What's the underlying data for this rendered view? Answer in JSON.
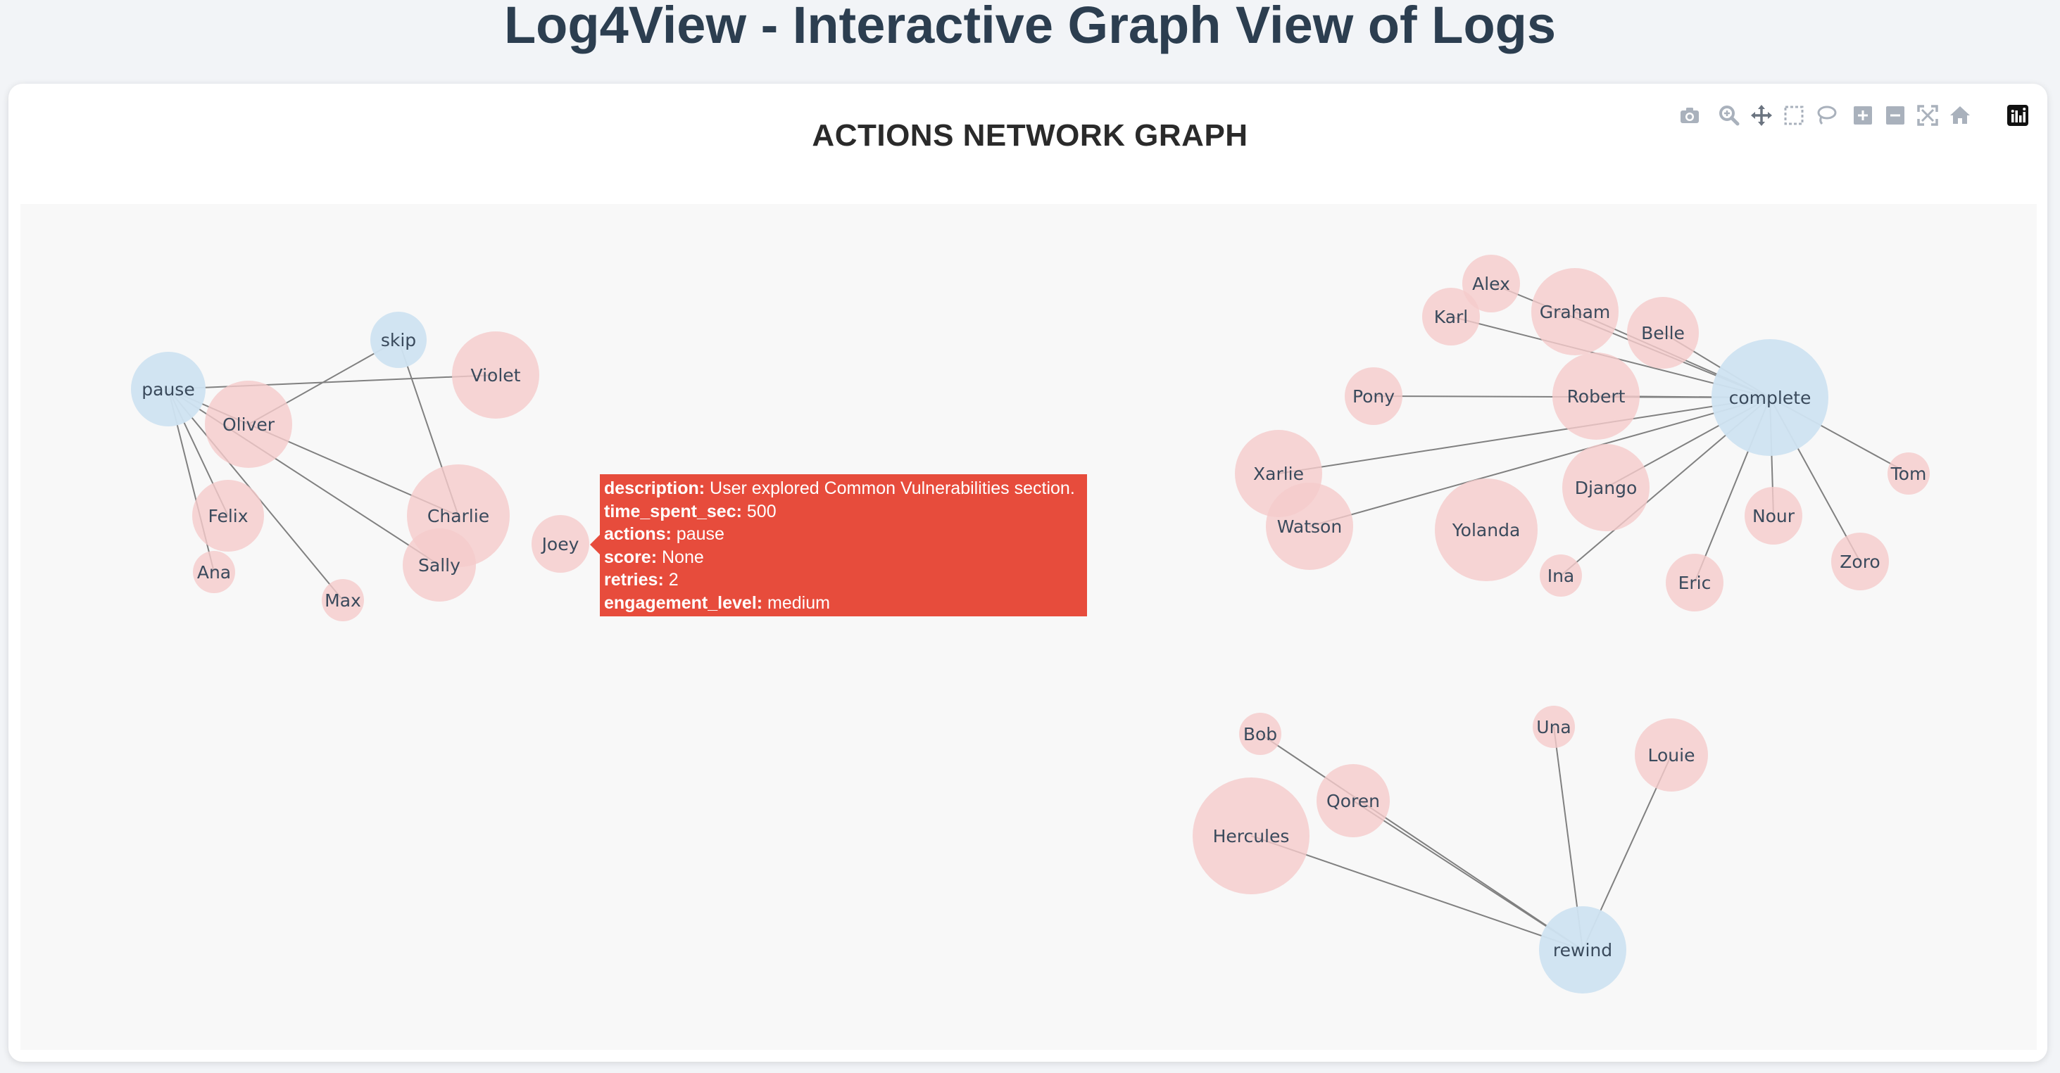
{
  "page": {
    "title": "Log4View - Interactive Graph View of Logs"
  },
  "graph": {
    "title": "ACTIONS NETWORK GRAPH",
    "colors": {
      "action_node": "#cfe3f1",
      "user_node": "#f5caca",
      "edge": "#808080",
      "tooltip_bg": "#e74c3c"
    }
  },
  "modebar": [
    {
      "name": "camera-icon",
      "label": "Download plot as a png"
    },
    {
      "name": "zoom-icon",
      "label": "Zoom"
    },
    {
      "name": "pan-icon",
      "label": "Pan"
    },
    {
      "name": "box-select-icon",
      "label": "Box Select"
    },
    {
      "name": "lasso-select-icon",
      "label": "Lasso Select"
    },
    {
      "name": "zoom-in-icon",
      "label": "Zoom in"
    },
    {
      "name": "zoom-out-icon",
      "label": "Zoom out"
    },
    {
      "name": "autoscale-icon",
      "label": "Autoscale"
    },
    {
      "name": "reset-axes-icon",
      "label": "Reset axes"
    },
    {
      "name": "plotly-logo-icon",
      "label": "Produced with Plotly"
    }
  ],
  "nodes": [
    {
      "id": "pause",
      "type": "action"
    },
    {
      "id": "skip",
      "type": "action"
    },
    {
      "id": "complete",
      "type": "action"
    },
    {
      "id": "rewind",
      "type": "action"
    },
    {
      "id": "Violet",
      "type": "user"
    },
    {
      "id": "Oliver",
      "type": "user"
    },
    {
      "id": "Charlie",
      "type": "user"
    },
    {
      "id": "Felix",
      "type": "user"
    },
    {
      "id": "Sally",
      "type": "user"
    },
    {
      "id": "Ana",
      "type": "user"
    },
    {
      "id": "Max",
      "type": "user"
    },
    {
      "id": "Joey",
      "type": "user"
    },
    {
      "id": "Alex",
      "type": "user"
    },
    {
      "id": "Karl",
      "type": "user"
    },
    {
      "id": "Graham",
      "type": "user"
    },
    {
      "id": "Belle",
      "type": "user"
    },
    {
      "id": "Pony",
      "type": "user"
    },
    {
      "id": "Robert",
      "type": "user"
    },
    {
      "id": "Xarlie",
      "type": "user"
    },
    {
      "id": "Watson",
      "type": "user"
    },
    {
      "id": "Django",
      "type": "user"
    },
    {
      "id": "Yolanda",
      "type": "user"
    },
    {
      "id": "Tom",
      "type": "user"
    },
    {
      "id": "Nour",
      "type": "user"
    },
    {
      "id": "Ina",
      "type": "user"
    },
    {
      "id": "Eric",
      "type": "user"
    },
    {
      "id": "Zoro",
      "type": "user"
    },
    {
      "id": "Bob",
      "type": "user"
    },
    {
      "id": "Una",
      "type": "user"
    },
    {
      "id": "Louie",
      "type": "user"
    },
    {
      "id": "Qoren",
      "type": "user"
    },
    {
      "id": "Hercules",
      "type": "user"
    }
  ],
  "edges": [
    [
      "pause",
      "Violet"
    ],
    [
      "pause",
      "Charlie"
    ],
    [
      "pause",
      "Felix"
    ],
    [
      "pause",
      "Ana"
    ],
    [
      "pause",
      "Max"
    ],
    [
      "pause",
      "Sally"
    ],
    [
      "skip",
      "Oliver"
    ],
    [
      "skip",
      "Charlie"
    ],
    [
      "complete",
      "Alex"
    ],
    [
      "complete",
      "Karl"
    ],
    [
      "complete",
      "Graham"
    ],
    [
      "complete",
      "Belle"
    ],
    [
      "complete",
      "Pony"
    ],
    [
      "complete",
      "Robert"
    ],
    [
      "complete",
      "Xarlie"
    ],
    [
      "complete",
      "Watson"
    ],
    [
      "complete",
      "Django"
    ],
    [
      "complete",
      "Ina"
    ],
    [
      "complete",
      "Eric"
    ],
    [
      "complete",
      "Nour"
    ],
    [
      "complete",
      "Zoro"
    ],
    [
      "complete",
      "Tom"
    ],
    [
      "rewind",
      "Bob"
    ],
    [
      "rewind",
      "Qoren"
    ],
    [
      "rewind",
      "Hercules"
    ],
    [
      "rewind",
      "Una"
    ],
    [
      "rewind",
      "Louie"
    ]
  ],
  "tooltip": {
    "rows": [
      {
        "key": "description:",
        "value": " User explored Common Vulnerabilities section."
      },
      {
        "key": "time_spent_sec:",
        "value": " 500"
      },
      {
        "key": "actions:",
        "value": " pause"
      },
      {
        "key": "score:",
        "value": " None"
      },
      {
        "key": "retries:",
        "value": " 2"
      },
      {
        "key": "engagement_level:",
        "value": " medium"
      }
    ]
  }
}
